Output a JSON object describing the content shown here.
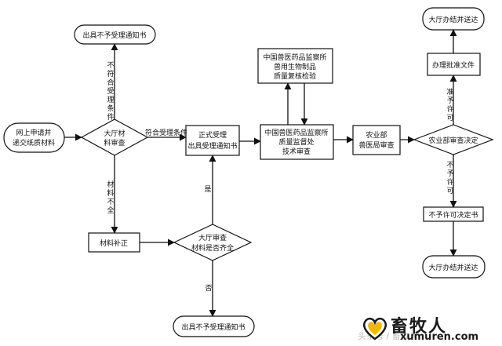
{
  "nodes": {
    "online_apply": [
      "网上申请并",
      "递交纸质材料"
    ],
    "hall_review": [
      "大厅材",
      "料审查"
    ],
    "reject_notice_top": [
      "出具不予受理通知书"
    ],
    "materials_fix": [
      "材料补正"
    ],
    "formal_accept": [
      "正式受理",
      "出具受理通知书"
    ],
    "complete_check": [
      "大厅审查",
      "材料是否齐全"
    ],
    "reject_notice_bottom": [
      "出具不予受理通知书"
    ],
    "tech_review": [
      "中国兽医药品监察所",
      "质量监督处",
      "技术审查"
    ],
    "quality_recheck": [
      "中国兽医药品监察所",
      "兽用生物制品",
      "质量复核检验"
    ],
    "ministry_review": [
      "农业部",
      "兽医局审查"
    ],
    "ministry_decision": [
      "农业部审查决定"
    ],
    "approval_doc": [
      "办理批准文件"
    ],
    "hall_deliver_top": [
      "大厅办结并送达"
    ],
    "deny_decision": [
      "不予许可决定书"
    ],
    "hall_deliver_bottom": [
      "大厅办结并送达"
    ]
  },
  "edge_labels": {
    "not_meet": [
      "不",
      "符",
      "合",
      "受",
      "理",
      "条",
      "件"
    ],
    "meet": [
      "符合受理条件"
    ],
    "incomplete": [
      "材",
      "料",
      "不",
      "全"
    ],
    "yes": [
      "是"
    ],
    "no": [
      "否"
    ],
    "approve": [
      "准",
      "予",
      "许",
      "可"
    ],
    "deny": [
      "不",
      "予",
      "许",
      "可"
    ]
  },
  "watermark": {
    "logo_text": "畜牧人",
    "logo_url": "xumuren.com",
    "source_text": "头条号 / 畜牧人"
  }
}
